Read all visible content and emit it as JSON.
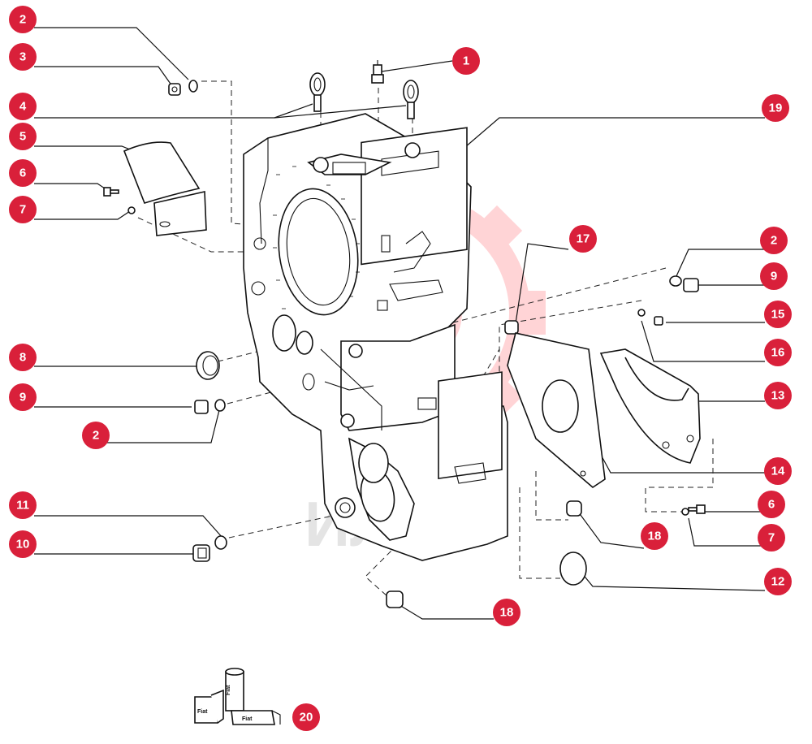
{
  "diagram": {
    "callouts": [
      {
        "id": "c1",
        "number": "1"
      },
      {
        "id": "c2a",
        "number": "2"
      },
      {
        "id": "c2b",
        "number": "2"
      },
      {
        "id": "c2c",
        "number": "2"
      },
      {
        "id": "c3",
        "number": "3"
      },
      {
        "id": "c4",
        "number": "4"
      },
      {
        "id": "c5",
        "number": "5"
      },
      {
        "id": "c6a",
        "number": "6"
      },
      {
        "id": "c6b",
        "number": "6"
      },
      {
        "id": "c7a",
        "number": "7"
      },
      {
        "id": "c7b",
        "number": "7"
      },
      {
        "id": "c8",
        "number": "8"
      },
      {
        "id": "c9a",
        "number": "9"
      },
      {
        "id": "c9b",
        "number": "9"
      },
      {
        "id": "c10",
        "number": "10"
      },
      {
        "id": "c11",
        "number": "11"
      },
      {
        "id": "c12",
        "number": "12"
      },
      {
        "id": "c13",
        "number": "13"
      },
      {
        "id": "c14",
        "number": "14"
      },
      {
        "id": "c15",
        "number": "15"
      },
      {
        "id": "c16",
        "number": "16"
      },
      {
        "id": "c17",
        "number": "17"
      },
      {
        "id": "c18a",
        "number": "18"
      },
      {
        "id": "c18b",
        "number": "18"
      },
      {
        "id": "c19",
        "number": "19"
      },
      {
        "id": "c20",
        "number": "20"
      }
    ],
    "watermark": "ИЛЕХ",
    "sealant_labels": [
      "Fiat",
      "Fiat",
      "Fiat"
    ],
    "colors": {
      "callout": "#d9203a",
      "line": "#111111",
      "watermark_gear": "#ffd4d6",
      "watermark_text": "#e4e4e4"
    }
  }
}
